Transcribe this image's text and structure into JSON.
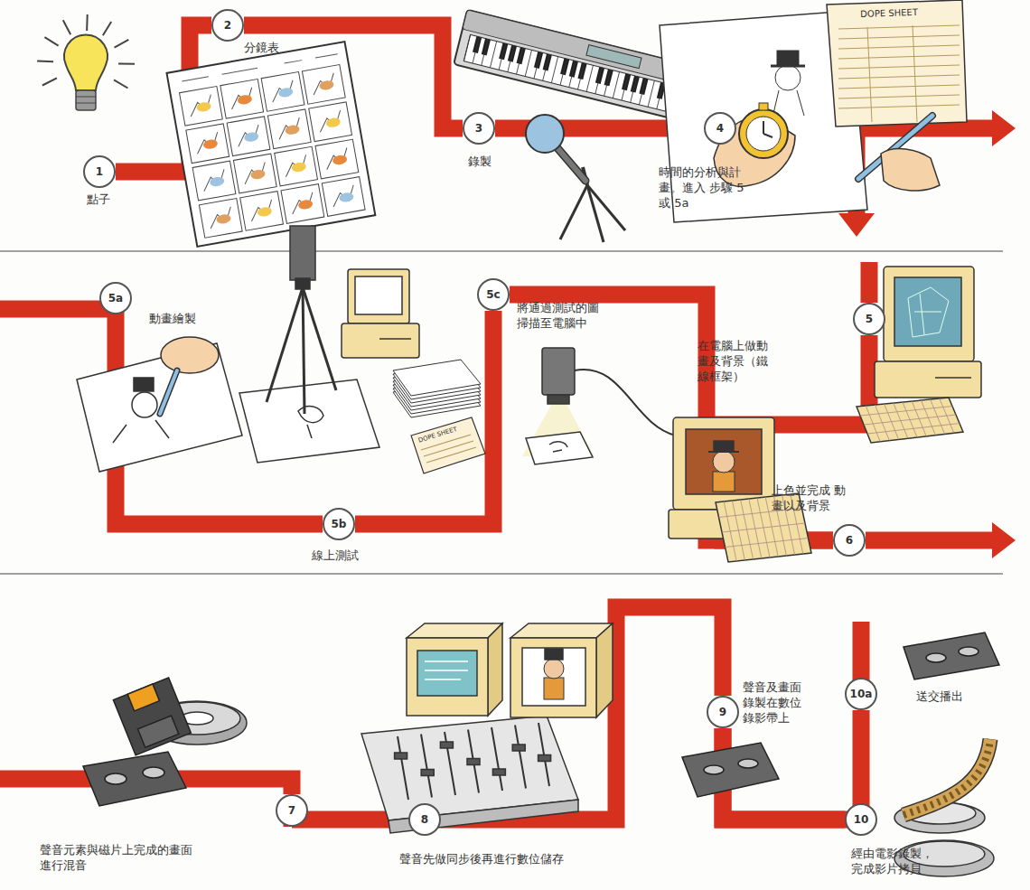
{
  "diagram": {
    "nodes": [
      {
        "text": [
          "1",
          "點子"
        ]
      },
      {
        "text": [
          "2",
          "分鏡表"
        ]
      },
      {
        "text": [
          "3",
          "錄製"
        ]
      },
      {
        "text": [
          "4",
          "時間的分析與計 畫。進入 步驟 5 或 5a"
        ]
      },
      {
        "text": [
          "5",
          "在電腦上做動 畫及背景（鐵 線框架）"
        ]
      },
      {
        "text": [
          "5a",
          "動畫繪製"
        ]
      },
      {
        "text": [
          "5b",
          "線上測試"
        ]
      },
      {
        "text": [
          "5c",
          "將通過測試的圖 掃描至電腦中"
        ]
      },
      {
        "text": [
          "6",
          "上色並完成 動畫以及背景"
        ]
      },
      {
        "text": [
          "7",
          "聲音元素與磁片上完成的畫面 進行混音"
        ]
      },
      {
        "text": [
          "8",
          "聲音先做同步後再進行數位儲存"
        ]
      },
      {
        "text": [
          "9",
          "聲音及畫面 錄製在數位 錄影帶上"
        ]
      },
      {
        "text": [
          "10",
          "經由電影錄製， 完成影片拷貝"
        ]
      },
      {
        "text": [
          "10a",
          "送交播出"
        ]
      }
    ],
    "edges": [
      {
        "from": 0,
        "to": 1,
        "arrow": "none"
      },
      {
        "from": 1,
        "to": 2,
        "arrow": "none"
      },
      {
        "from": 2,
        "to": 3,
        "arrow": "none"
      },
      {
        "from": 3,
        "to": 4,
        "arrow": "to"
      },
      {
        "from": 3,
        "to": 5,
        "arrow": "to"
      },
      {
        "from": 4,
        "to": 8,
        "arrow": "none"
      },
      {
        "from": 5,
        "to": 6,
        "arrow": "none"
      },
      {
        "from": 6,
        "to": 7,
        "arrow": "none"
      },
      {
        "from": 7,
        "to": 8,
        "arrow": "none"
      },
      {
        "from": 8,
        "to": 9,
        "arrow": "to"
      },
      {
        "from": 9,
        "to": 10,
        "arrow": "none"
      },
      {
        "from": 10,
        "to": 11,
        "arrow": "none"
      },
      {
        "from": 11,
        "to": 12,
        "arrow": "none"
      },
      {
        "from": 11,
        "to": 13,
        "arrow": "none"
      }
    ],
    "labels": [
      "DOPE SHEET",
      "DOPE SHEET"
    ]
  }
}
